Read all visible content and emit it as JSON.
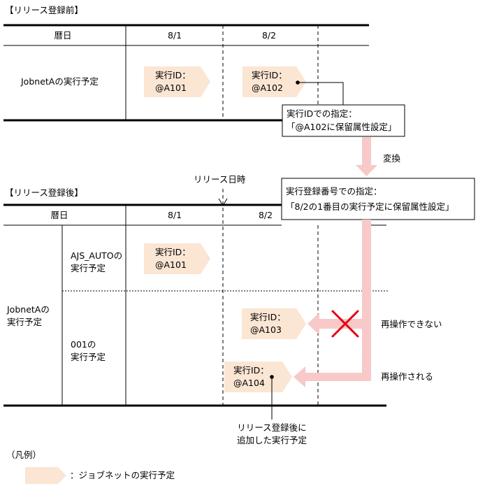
{
  "before": {
    "heading": "【リリース登録前】",
    "col_header": "暦日",
    "col_day1": "8/1",
    "col_day2": "8/2",
    "row_label": "JobnetAの実行予定",
    "sched1": {
      "line1": "実行ID：",
      "line2": "@A101"
    },
    "sched2": {
      "line1": "実行ID：",
      "line2": "@A102"
    },
    "callout": {
      "line1": "実行IDでの指定：",
      "line2": "「@A102に保留属性設定」"
    }
  },
  "conversion_label": "変換",
  "release_time_label": "リリース日時",
  "after": {
    "heading": "【リリース登録後】",
    "col_header": "暦日",
    "col_day1": "8/1",
    "col_day2": "8/2",
    "callout": {
      "line1": "実行登録番号での指定：",
      "line2": "「8/2の1番目の実行予定に保留属性設定」"
    },
    "row_group_label": "JobnetAの\n実行予定",
    "sub_row1_label": "AJS_AUTOの\n実行予定",
    "sub_row2_label": "001の\n実行予定",
    "sched1": {
      "line1": "実行ID：",
      "line2": "@A101"
    },
    "sched3": {
      "line1": "実行ID：",
      "line2": "@A103"
    },
    "sched4": {
      "line1": "実行ID：",
      "line2": "@A104"
    },
    "cannot_reoperate": "再操作できない",
    "reoperated": "再操作される",
    "added_note": "リリース登録後に\n追加した実行予定"
  },
  "legend": {
    "title": "（凡例）",
    "item_label": "：ジョブネットの実行予定"
  },
  "colors": {
    "schedule_fill": "#fbe5d3",
    "arrow_fill": "#f8c9c9",
    "cross": "#e60012",
    "line": "#000000"
  }
}
